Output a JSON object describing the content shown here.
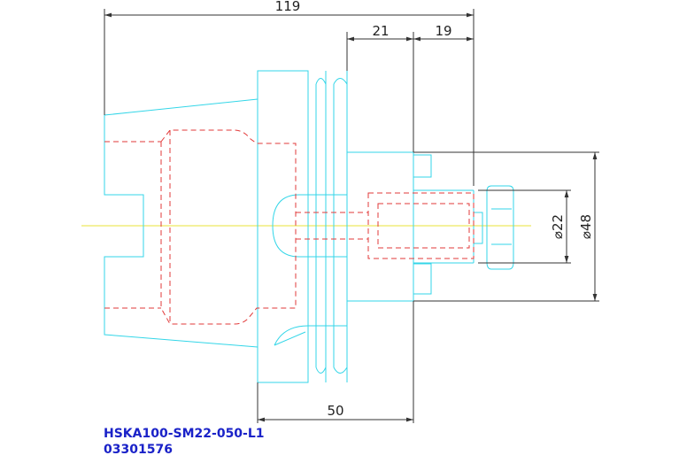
{
  "dimensions": {
    "overall_length": "119",
    "stem_length": "21",
    "nut_length": "19",
    "flange_to_face": "50",
    "bore_diameter": "⌀22",
    "outer_diameter": "⌀48"
  },
  "part": {
    "model": "HSKA100-SM22-050-L1",
    "code": "03301576"
  },
  "colors": {
    "outline": "#33d6e8",
    "hidden": "#e23a3a",
    "centerline": "#e8e33a",
    "dimension": "#333333",
    "label": "#1a22c8"
  }
}
